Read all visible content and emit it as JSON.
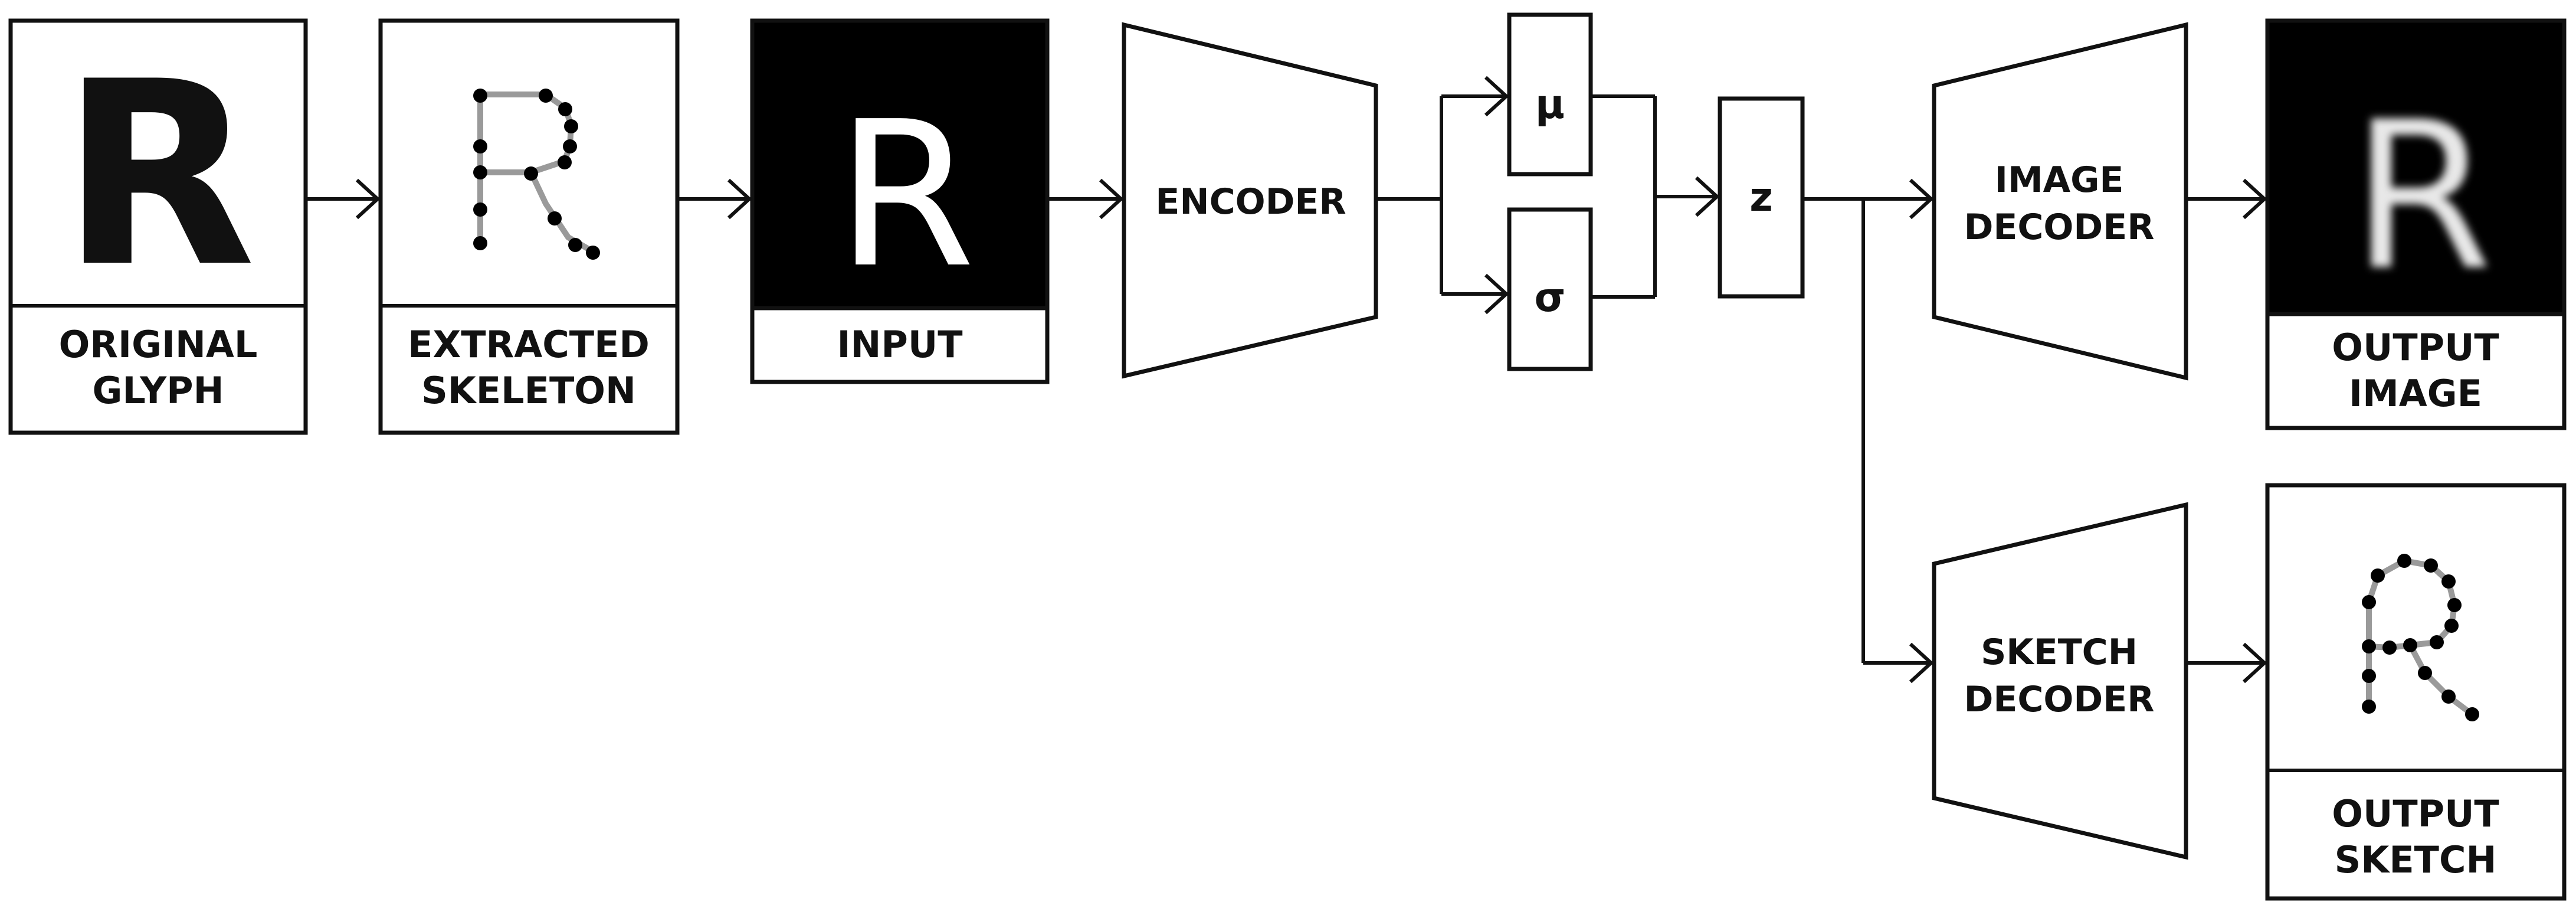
{
  "original_glyph": {
    "glyph": "R",
    "label_lines": [
      "ORIGINAL",
      "GLYPH"
    ]
  },
  "extracted_skeleton": {
    "label_lines": [
      "EXTRACTED",
      "SKELETON"
    ]
  },
  "input": {
    "glyph": "R",
    "label": "INPUT"
  },
  "encoder": {
    "label": "ENCODER"
  },
  "mu": {
    "symbol": "μ"
  },
  "sigma": {
    "symbol": "σ"
  },
  "z": {
    "symbol": "z"
  },
  "image_decoder": {
    "label_lines": [
      "IMAGE",
      "DECODER"
    ]
  },
  "sketch_decoder": {
    "label_lines": [
      "SKETCH",
      "DECODER"
    ]
  },
  "output_image": {
    "glyph": "R",
    "label_lines": [
      "OUTPUT",
      "IMAGE"
    ]
  },
  "output_sketch": {
    "label_lines": [
      "OUTPUT",
      "SKETCH"
    ]
  },
  "colors": {
    "stroke": "#111111",
    "skeleton_line": "#9a9a9a",
    "image_bg": "#000000",
    "image_glyph": "#ffffff"
  }
}
